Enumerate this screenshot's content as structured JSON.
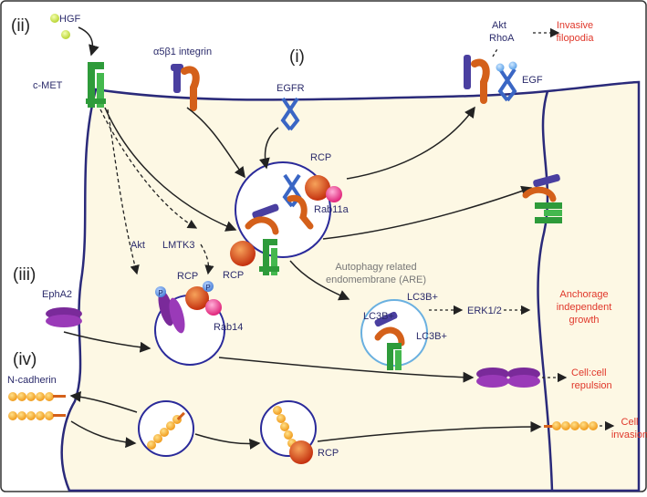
{
  "sections": {
    "i": "(i)",
    "ii": "(ii)",
    "iii": "(iii)",
    "iv": "(iv)"
  },
  "labels": {
    "hgf": "HGF",
    "cmet": "c-MET",
    "integrin": "α5β1 integrin",
    "egfr": "EGFR",
    "egf": "EGF",
    "akt_top": "Akt",
    "rhoa": "RhoA",
    "rcp_top": "RCP",
    "rab11a": "Rab11a",
    "rcp_left": "RCP",
    "akt": "Akt",
    "lmtk3": "LMTK3",
    "rcp_mid": "RCP",
    "rab14": "Rab14",
    "p_left": "P",
    "p_right": "P",
    "epha2": "EphA2",
    "ncadherin": "N-cadherin",
    "rcp_bottom": "RCP",
    "are_line1": "Autophagy related",
    "are_line2": "endomembrane (ARE)",
    "lc3b_1": "LC3B+",
    "lc3b_2": "LC3B+",
    "lc3b_3": "LC3B+",
    "erk": "ERK1/2"
  },
  "outcomes": {
    "invasive_1": "Invasive",
    "invasive_2": "filopodia",
    "anchorage_1": "Anchorage",
    "anchorage_2": "independent",
    "anchorage_3": "growth",
    "repulsion_1": "Cell:cell",
    "repulsion_2": "repulsion",
    "invasion_1": "Cell",
    "invasion_2": "invasion"
  },
  "colors": {
    "cell_fill": "#fdf8e4",
    "membrane": "#2a2a7a",
    "integrin_a": "#4a3fa0",
    "integrin_b": "#d4601a",
    "egfr": "#3a66c4",
    "cmet": "#2e9b3a",
    "rcp": "#d44a1a",
    "rab": "#e83a8a",
    "epha2": "#7a2a9a",
    "cadherin": "#f5a623",
    "outcome": "#e0372a",
    "ARE_ring": "#6ab0e0"
  }
}
